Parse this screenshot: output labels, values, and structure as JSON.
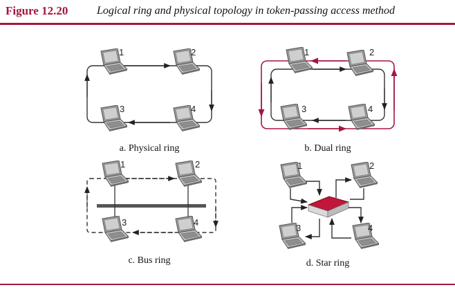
{
  "figure": {
    "number": "Figure 12.20",
    "title": "Logical ring and physical topology in token-passing access method"
  },
  "panels": [
    {
      "caption": "a. Physical ring",
      "stations": [
        "1",
        "2",
        "3",
        "4"
      ]
    },
    {
      "caption": "b. Dual ring",
      "stations": [
        "1",
        "2",
        "3",
        "4"
      ]
    },
    {
      "caption": "c. Bus ring",
      "stations": [
        "1",
        "2",
        "3",
        "4"
      ]
    },
    {
      "caption": "d. Star ring",
      "stations": [
        "1",
        "2",
        "3",
        "4"
      ]
    }
  ],
  "colors": {
    "accent": "#a3173e",
    "line": "#333333",
    "hub": "#c0173a"
  },
  "icons": {
    "station": "laptop-icon",
    "hub": "hub-icon"
  }
}
